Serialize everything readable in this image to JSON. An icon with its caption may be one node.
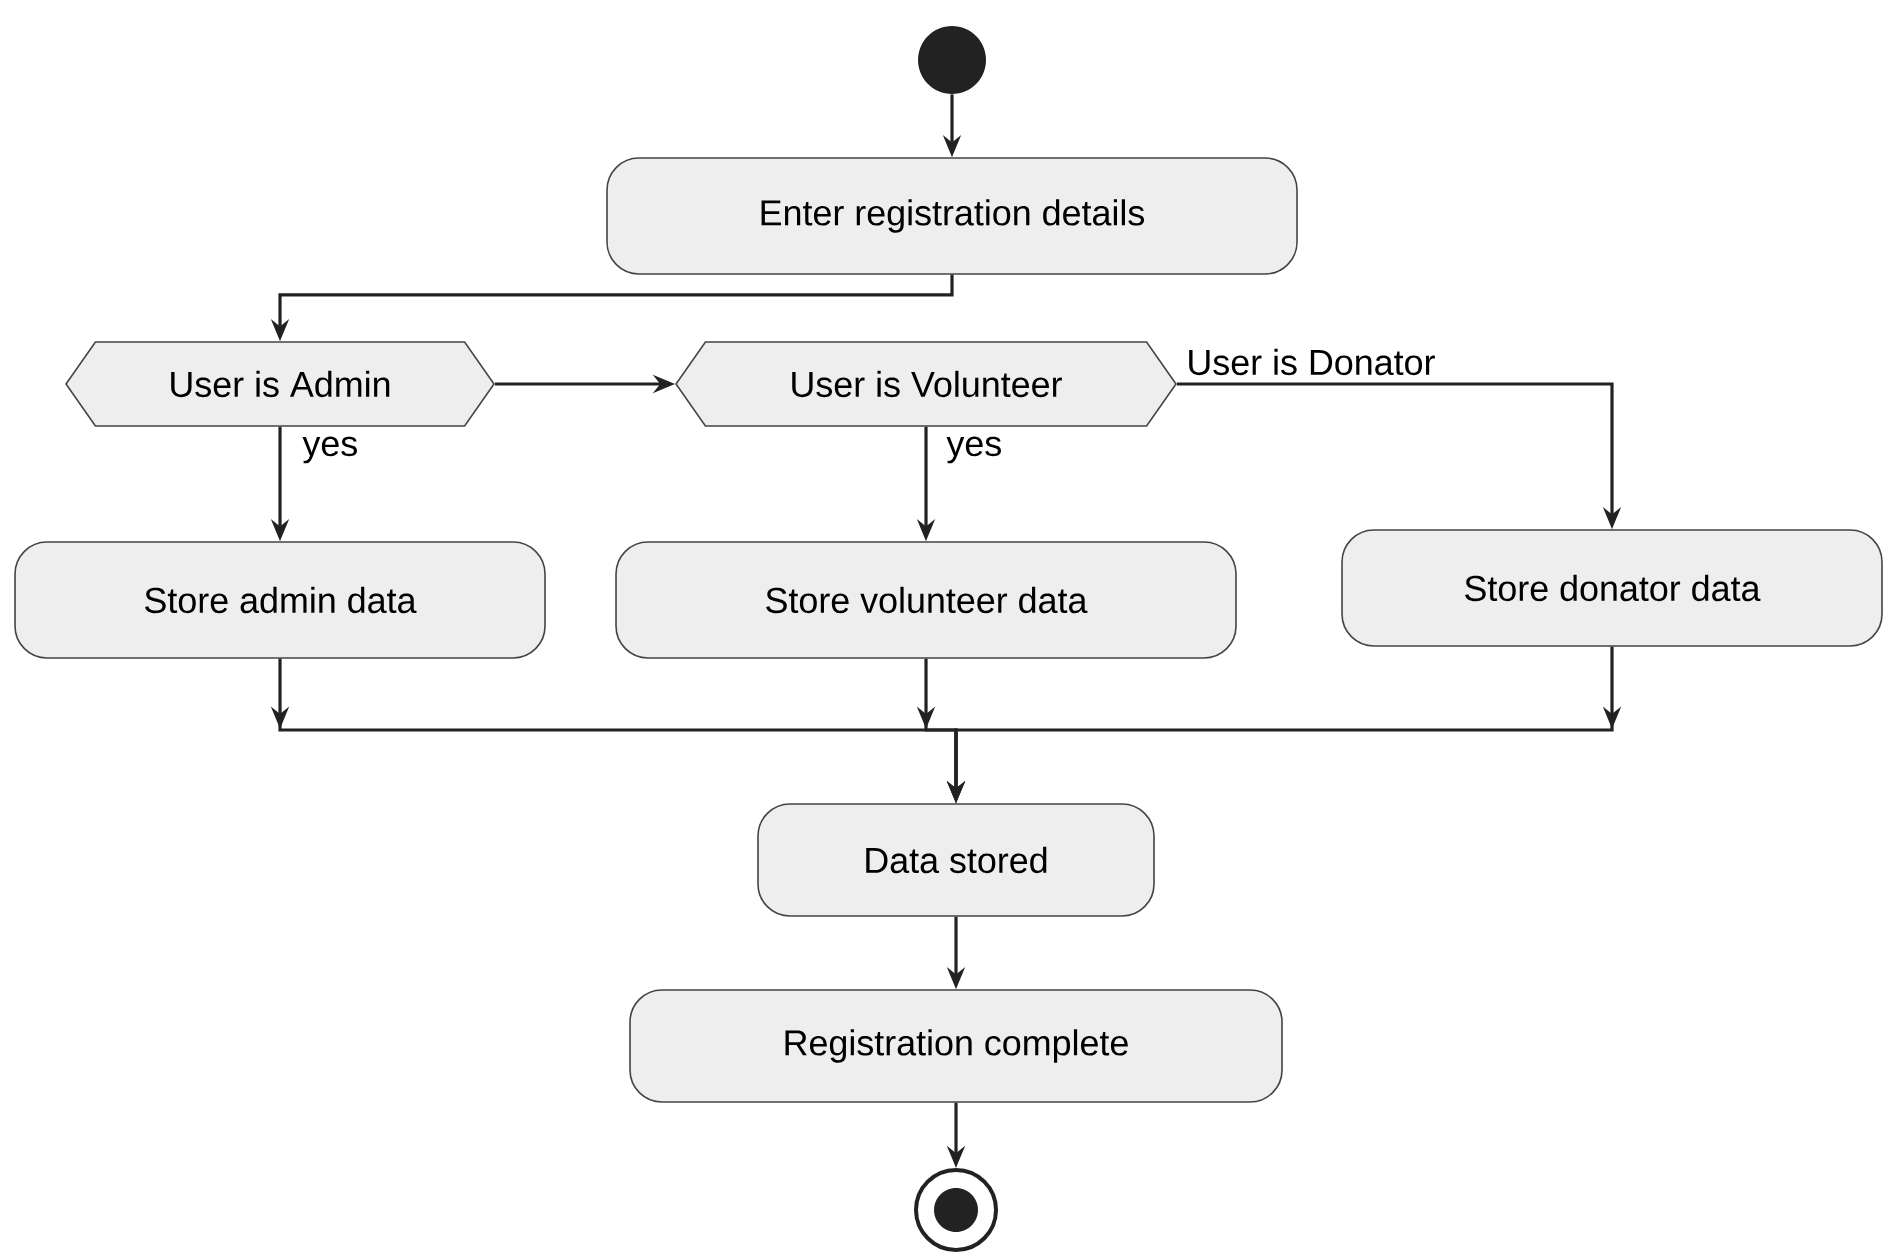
{
  "diagram": {
    "nodes": [
      {
        "text": [],
        "shape": "circle"
      },
      {
        "text": [
          "Enter registration details"
        ]
      },
      {
        "text": [
          "User is Admin"
        ]
      },
      {
        "text": [
          "User is Volunteer"
        ]
      },
      {
        "text": [
          "Store admin data"
        ]
      },
      {
        "text": [
          "Store volunteer data"
        ]
      },
      {
        "text": [
          "Store donator data"
        ]
      },
      {
        "text": [
          "Data stored"
        ]
      },
      {
        "text": [
          "Registration complete"
        ]
      },
      {
        "text": [],
        "shape": "circle"
      }
    ],
    "edges": [
      {
        "from": 0,
        "to": 1,
        "arrow": "to"
      },
      {
        "from": 1,
        "to": 2,
        "arrow": "to"
      },
      {
        "from": 2,
        "to": 3,
        "arrow": "to"
      },
      {
        "from": 2,
        "to": 4,
        "arrow": "to",
        "label": "yes"
      },
      {
        "from": 3,
        "to": 5,
        "arrow": "to",
        "label": "yes"
      },
      {
        "from": 3,
        "to": 6,
        "arrow": "to",
        "label": "User is Donator"
      },
      {
        "from": 4,
        "to": 7,
        "arrow": "to"
      },
      {
        "from": 5,
        "to": 7,
        "arrow": "to"
      },
      {
        "from": 6,
        "to": 7,
        "arrow": "to"
      },
      {
        "from": 7,
        "to": 8,
        "arrow": "to"
      },
      {
        "from": 8,
        "to": 9,
        "arrow": "to"
      }
    ]
  }
}
